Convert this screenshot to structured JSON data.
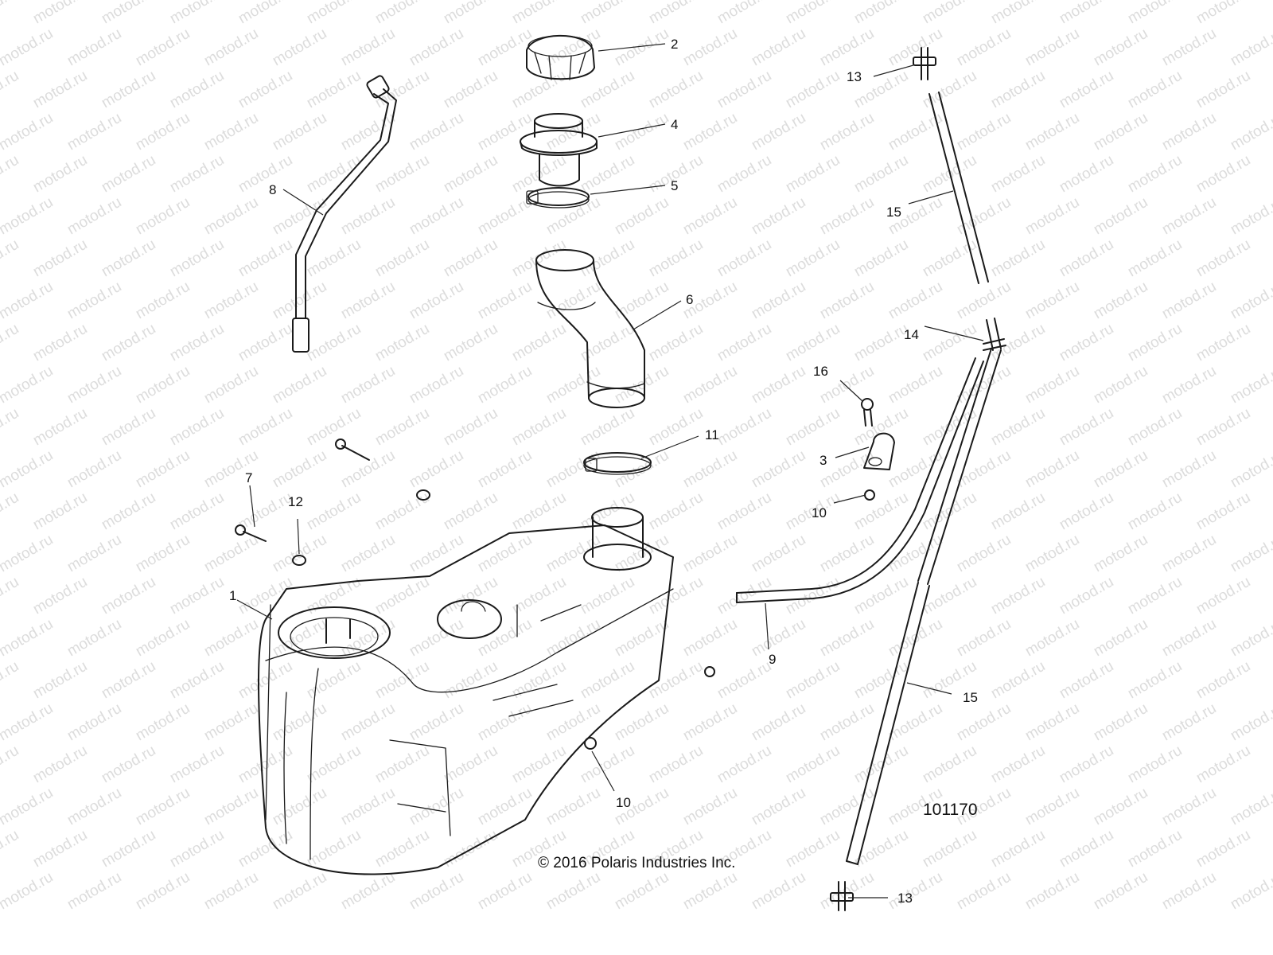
{
  "diagram": {
    "drawing_number": "101170",
    "copyright": "© 2016 Polaris Industries Inc.",
    "watermark": "motod.ru",
    "callouts": [
      {
        "id": "c2",
        "text": "2"
      },
      {
        "id": "c4",
        "text": "4"
      },
      {
        "id": "c5",
        "text": "5"
      },
      {
        "id": "c6",
        "text": "6"
      },
      {
        "id": "c8",
        "text": "8"
      },
      {
        "id": "c13a",
        "text": "13"
      },
      {
        "id": "c15a",
        "text": "15"
      },
      {
        "id": "c14",
        "text": "14"
      },
      {
        "id": "c16",
        "text": "16"
      },
      {
        "id": "c3",
        "text": "3"
      },
      {
        "id": "c11",
        "text": "11"
      },
      {
        "id": "c10a",
        "text": "10"
      },
      {
        "id": "c7",
        "text": "7"
      },
      {
        "id": "c12",
        "text": "12"
      },
      {
        "id": "c1",
        "text": "1"
      },
      {
        "id": "c9",
        "text": "9"
      },
      {
        "id": "c15b",
        "text": "15"
      },
      {
        "id": "c10b",
        "text": "10"
      },
      {
        "id": "c13b",
        "text": "13"
      }
    ]
  }
}
